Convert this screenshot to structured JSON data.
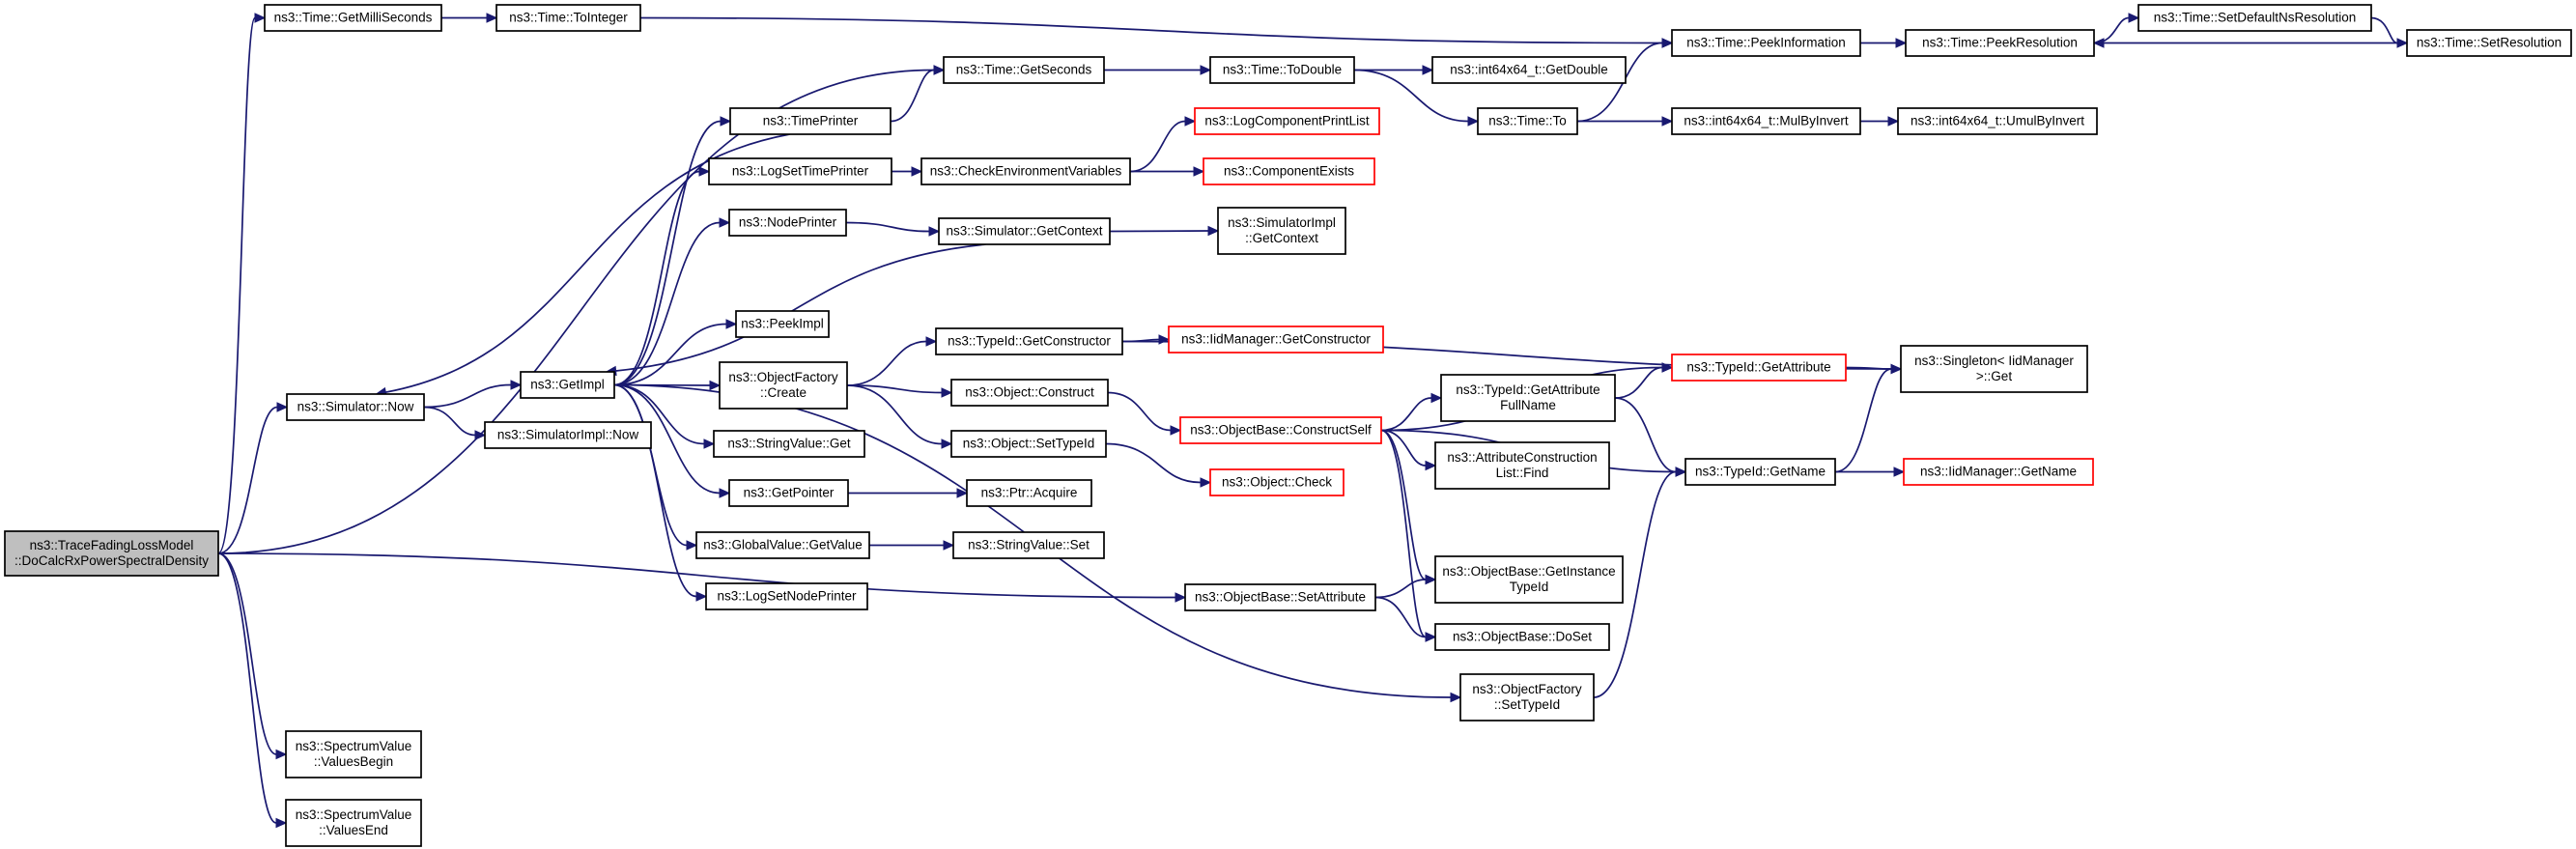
{
  "colors": {
    "edge": "#191970",
    "node_border": "#000000",
    "node_border_undoc": "#ff0000",
    "root_fill": "#bfbfbf",
    "background": "#ffffff"
  },
  "nodes": {
    "root": [
      "ns3::TraceFadingLossModel",
      "::DoCalcRxPowerSpectralDensity"
    ],
    "getms": [
      "ns3::Time::GetMilliSeconds"
    ],
    "tointeger": [
      "ns3::Time::ToInteger"
    ],
    "getseconds": [
      "ns3::Time::GetSeconds"
    ],
    "todouble": [
      "ns3::Time::ToDouble"
    ],
    "i64getdouble": [
      "ns3::int64x64_t::GetDouble"
    ],
    "peekinfo": [
      "ns3::Time::PeekInformation"
    ],
    "peekres": [
      "ns3::Time::PeekResolution"
    ],
    "setdefaultns": [
      "ns3::Time::SetDefaultNsResolution"
    ],
    "setres": [
      "ns3::Time::SetResolution"
    ],
    "timeto": [
      "ns3::Time::To"
    ],
    "mulbyinvert": [
      "ns3::int64x64_t::MulByInvert"
    ],
    "umulbyinvert": [
      "ns3::int64x64_t::UmulByInvert"
    ],
    "timeprinter": [
      "ns3::TimePrinter"
    ],
    "logsettp": [
      "ns3::LogSetTimePrinter"
    ],
    "checkenv": [
      "ns3::CheckEnvironmentVariables"
    ],
    "logcpl": [
      "ns3::LogComponentPrintList"
    ],
    "compexists": [
      "ns3::ComponentExists"
    ],
    "nodeprinter": [
      "ns3::NodePrinter"
    ],
    "simgetctx": [
      "ns3::Simulator::GetContext"
    ],
    "simimplgetctx": [
      "ns3::SimulatorImpl",
      "::GetContext"
    ],
    "simnow": [
      "ns3::Simulator::Now"
    ],
    "getimpl": [
      "ns3::GetImpl"
    ],
    "simimplnow": [
      "ns3::SimulatorImpl::Now"
    ],
    "peekimpl": [
      "ns3::PeekImpl"
    ],
    "ofcreate": [
      "ns3::ObjectFactory",
      "::Create"
    ],
    "tidgetctor": [
      "ns3::TypeId::GetConstructor"
    ],
    "iidgetctor": [
      "ns3::IidManager::GetConstructor"
    ],
    "objconstruct": [
      "ns3::Object::Construct"
    ],
    "objsettid": [
      "ns3::Object::SetTypeId"
    ],
    "obconstructself": [
      "ns3::ObjectBase::ConstructSelf"
    ],
    "objcheck": [
      "ns3::Object::Check"
    ],
    "tidgetattrfull": [
      "ns3::TypeId::GetAttribute",
      "FullName"
    ],
    "tidgetattr": [
      "ns3::TypeId::GetAttribute"
    ],
    "singleton": [
      "ns3::Singleton< IidManager",
      " >::Get"
    ],
    "attrlistfind": [
      "ns3::AttributeConstruction",
      "List::Find"
    ],
    "tidgetname": [
      "ns3::TypeId::GetName"
    ],
    "iidgetname": [
      "ns3::IidManager::GetName"
    ],
    "strvalget": [
      "ns3::StringValue::Get"
    ],
    "getpointer": [
      "ns3::GetPointer"
    ],
    "ptracquire": [
      "ns3::Ptr::Acquire"
    ],
    "gvgetvalue": [
      "ns3::GlobalValue::GetValue"
    ],
    "strvalset": [
      "ns3::StringValue::Set"
    ],
    "logsetnp": [
      "ns3::LogSetNodePrinter"
    ],
    "obsetattr": [
      "ns3::ObjectBase::SetAttribute"
    ],
    "obgetinsttid": [
      "ns3::ObjectBase::GetInstance",
      "TypeId"
    ],
    "obdoset": [
      "ns3::ObjectBase::DoSet"
    ],
    "ofsettid": [
      "ns3::ObjectFactory",
      "::SetTypeId"
    ],
    "svbegin": [
      "ns3::SpectrumValue",
      "::ValuesBegin"
    ],
    "svend": [
      "ns3::SpectrumValue",
      "::ValuesEnd"
    ]
  },
  "undocumented_nodes": [
    "logcpl",
    "compexists",
    "iidgetctor",
    "obconstructself",
    "objcheck",
    "tidgetattr",
    "iidgetname"
  ],
  "root_node": "root",
  "edges": [
    [
      "root",
      "getms"
    ],
    [
      "root",
      "getseconds"
    ],
    [
      "root",
      "simnow"
    ],
    [
      "root",
      "obsetattr"
    ],
    [
      "root",
      "svbegin"
    ],
    [
      "root",
      "svend"
    ],
    [
      "getms",
      "tointeger"
    ],
    [
      "tointeger",
      "peekinfo"
    ],
    [
      "getseconds",
      "todouble"
    ],
    [
      "todouble",
      "i64getdouble"
    ],
    [
      "todouble",
      "timeto"
    ],
    [
      "timeto",
      "peekinfo"
    ],
    [
      "timeto",
      "mulbyinvert"
    ],
    [
      "mulbyinvert",
      "umulbyinvert"
    ],
    [
      "peekinfo",
      "peekres"
    ],
    [
      "peekres",
      "setdefaultns"
    ],
    [
      "setdefaultns",
      "setres"
    ],
    [
      "setres",
      "peekres"
    ],
    [
      "simnow",
      "getimpl"
    ],
    [
      "simnow",
      "simimplnow"
    ],
    [
      "getimpl",
      "timeprinter"
    ],
    [
      "getimpl",
      "logsettp"
    ],
    [
      "getimpl",
      "nodeprinter"
    ],
    [
      "getimpl",
      "peekimpl"
    ],
    [
      "getimpl",
      "ofcreate"
    ],
    [
      "getimpl",
      "strvalget"
    ],
    [
      "getimpl",
      "getpointer"
    ],
    [
      "getimpl",
      "gvgetvalue"
    ],
    [
      "getimpl",
      "logsetnp"
    ],
    [
      "getimpl",
      "ofsettid"
    ],
    [
      "timeprinter",
      "getseconds"
    ],
    [
      "timeprinter",
      "simnow"
    ],
    [
      "logsettp",
      "checkenv"
    ],
    [
      "checkenv",
      "logcpl"
    ],
    [
      "checkenv",
      "compexists"
    ],
    [
      "nodeprinter",
      "simgetctx"
    ],
    [
      "simgetctx",
      "simimplgetctx"
    ],
    [
      "simgetctx",
      "getimpl"
    ],
    [
      "ofcreate",
      "tidgetctor"
    ],
    [
      "ofcreate",
      "objconstruct"
    ],
    [
      "ofcreate",
      "objsettid"
    ],
    [
      "tidgetctor",
      "iidgetctor"
    ],
    [
      "tidgetctor",
      "singleton"
    ],
    [
      "objconstruct",
      "obconstructself"
    ],
    [
      "objsettid",
      "objcheck"
    ],
    [
      "obconstructself",
      "tidgetattrfull"
    ],
    [
      "obconstructself",
      "attrlistfind"
    ],
    [
      "obconstructself",
      "tidgetname"
    ],
    [
      "obconstructself",
      "obgetinsttid"
    ],
    [
      "obconstructself",
      "obdoset"
    ],
    [
      "obconstructself",
      "tidgetattr"
    ],
    [
      "tidgetattrfull",
      "tidgetattr"
    ],
    [
      "tidgetattrfull",
      "tidgetname"
    ],
    [
      "tidgetattr",
      "singleton"
    ],
    [
      "tidgetname",
      "singleton"
    ],
    [
      "tidgetname",
      "iidgetname"
    ],
    [
      "getpointer",
      "ptracquire"
    ],
    [
      "gvgetvalue",
      "strvalset"
    ],
    [
      "obsetattr",
      "obgetinsttid"
    ],
    [
      "obsetattr",
      "obdoset"
    ],
    [
      "ofsettid",
      "tidgetname"
    ]
  ]
}
